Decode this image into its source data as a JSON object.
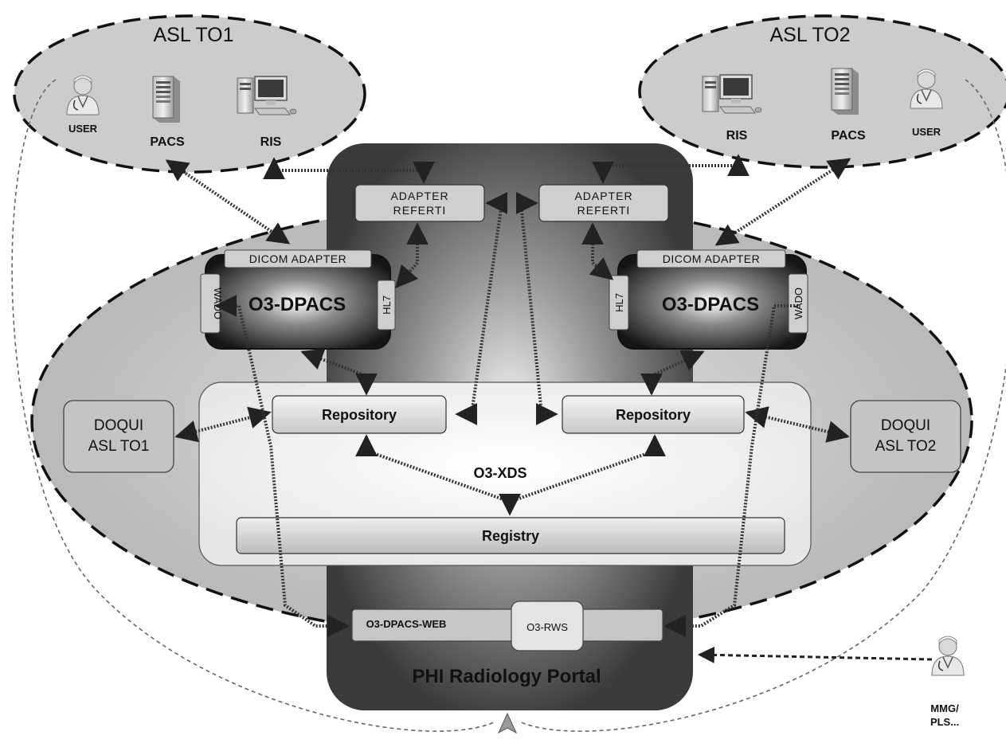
{
  "colors": {
    "page_background": "#ffffff",
    "ellipse_fill": "#c8c8c8",
    "outer_ellipse_fill": "#c4c4c4",
    "portal_dark": "#3c3c3c",
    "box_fill": "#d0d0d0",
    "dpacs_dark": "#1a1a1a",
    "connector": "#333333"
  },
  "asl_to1": {
    "title": "ASL TO1",
    "user_label": "USER",
    "pacs_label": "PACS",
    "ris_label": "RIS",
    "icons": {
      "user": "doctor-icon",
      "pacs": "server-icon",
      "ris": "workstation-icon"
    }
  },
  "asl_to2": {
    "title": "ASL TO2",
    "ris_label": "RIS",
    "pacs_label": "PACS",
    "user_label": "USER",
    "icons": {
      "user": "doctor-icon",
      "pacs": "server-icon",
      "ris": "workstation-icon"
    }
  },
  "adapters": {
    "left": {
      "line1": "ADAPTER",
      "line2": "REFERTI"
    },
    "right": {
      "line1": "ADAPTER",
      "line2": "REFERTI"
    }
  },
  "dpacs_left": {
    "title": "O3-DPACS",
    "dicom": "DICOM ADAPTER",
    "wado": "WADO",
    "hl7": "HL7"
  },
  "dpacs_right": {
    "title": "O3-DPACS",
    "dicom": "DICOM ADAPTER",
    "wado": "WADO",
    "hl7": "HL7"
  },
  "xds": {
    "title": "O3-XDS",
    "repository_left": "Repository",
    "repository_right": "Repository",
    "registry": "Registry"
  },
  "doqui_left": {
    "line1": "DOQUI",
    "line2": "ASL TO1"
  },
  "doqui_right": {
    "line1": "DOQUI",
    "line2": "ASL TO2"
  },
  "portal": {
    "title": "PHI Radiology Portal",
    "web": "O3-DPACS-WEB",
    "rws": "O3-RWS"
  },
  "external_user": {
    "line1": "MMG/",
    "line2": "PLS...",
    "icon": "doctor-icon"
  }
}
